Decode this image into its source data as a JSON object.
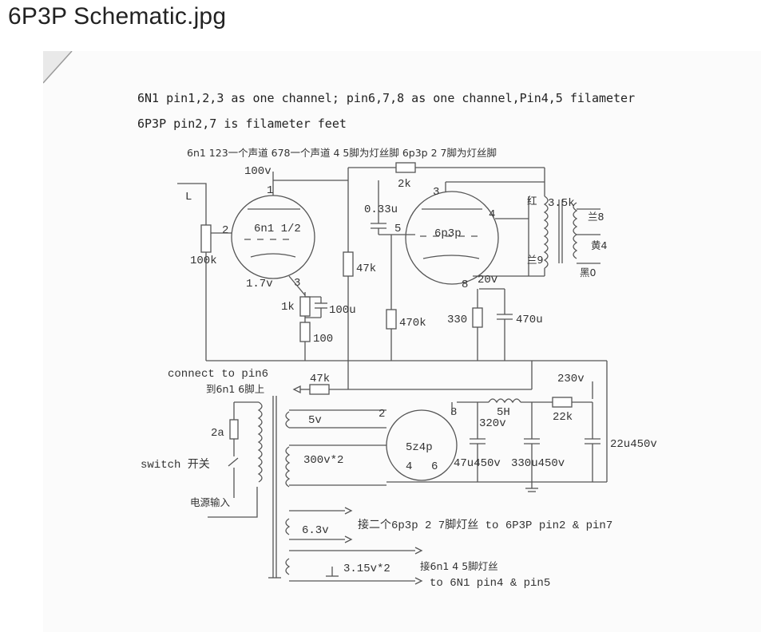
{
  "page": {
    "title": "6P3P Schematic.jpg"
  },
  "notes": {
    "line1": "6N1 pin1,2,3 as one channel; pin6,7,8 as one channel,Pin4,5 filameter",
    "line2": "6P3P pin2,7 is filameter feet",
    "cn_header": "6n1 123一个声道  678一个声道 4 5脚为灯丝脚  6p3p 2 7脚为灯丝脚"
  },
  "tubes": {
    "t1": "6n1 1/2",
    "t2": "6p3p",
    "t3": "5z4p"
  },
  "labels": {
    "v100": "100v",
    "in_L": "L",
    "pot": "100k",
    "p2": "2",
    "p1": "1",
    "p3": "3",
    "v17": "1.7v",
    "r1k": "1k",
    "c100u": "100u",
    "r100": "100",
    "r47k_a": "47k",
    "c033": "0.33u",
    "p5": "5",
    "r470k": "470k",
    "r2k": "2k",
    "t2p3": "3",
    "t2p4": "4",
    "t2p8": "8",
    "v20": "20v",
    "r330": "330",
    "c470u": "470u",
    "red": "红",
    "r35k": "3.5k",
    "blue8": "兰8",
    "blue9": "兰9",
    "yellow4": "黄4",
    "black0": "黑0",
    "connect": "connect to pin6",
    "cn_pin6": "到6n1 6脚上",
    "r47k_b": "47k",
    "v230": "230v",
    "v5": "5v",
    "t3p2": "2",
    "t3p8": "8",
    "h5": "5H",
    "v320": "320v",
    "r22k": "22k",
    "c22u": "22u450v",
    "fuse": "2a",
    "v300": "300v*2",
    "t3p4": "4",
    "t3p6": "6",
    "c47u": "47u450v",
    "c330u": "330u450v",
    "switch": "switch 开关",
    "mains": "电源输入",
    "v63": "6.3v",
    "to6p3p": "接二个6p3p 2 7脚灯丝 to 6P3P pin2 & pin7",
    "v315": "3.15v*2",
    "cn6n1": "接6n1 4 5脚灯丝",
    "to6n1": "to 6N1 pin4 & pin5"
  }
}
